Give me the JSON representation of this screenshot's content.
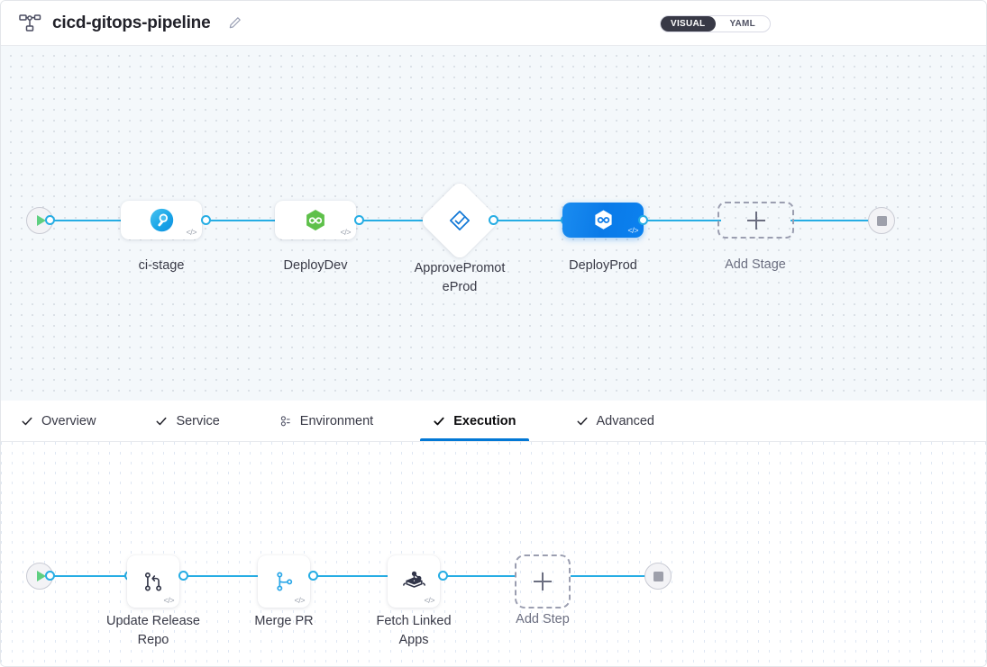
{
  "header": {
    "icon": "pipeline-hierarchy-icon",
    "title": "cicd-gitops-pipeline",
    "edit_icon": "pencil-icon",
    "view_toggle": {
      "options": [
        "VISUAL",
        "YAML"
      ],
      "selected": "VISUAL"
    }
  },
  "stage_graph": {
    "start_node": {
      "name": "start",
      "icon": "play-icon"
    },
    "end_node": {
      "name": "end",
      "icon": "stop-icon"
    },
    "stages": [
      {
        "id": "ci-stage",
        "label": "ci-stage",
        "icon": "harness-ci-icon",
        "type": "card",
        "selected": false,
        "code_mark": "</>"
      },
      {
        "id": "DeployDev",
        "label": "DeployDev",
        "icon": "gitops-hexagon-green-icon",
        "type": "card",
        "selected": false,
        "code_mark": "</>"
      },
      {
        "id": "ApprovePromoteProd",
        "label": "ApprovePromot\neProd",
        "icon": "approval-diamond-check-icon",
        "type": "diamond",
        "selected": false,
        "code_mark": ""
      },
      {
        "id": "DeployProd",
        "label": "DeployProd",
        "icon": "gitops-hexagon-white-icon",
        "type": "card",
        "selected": true,
        "code_mark": "</>"
      },
      {
        "id": "AddStage",
        "label": "Add Stage",
        "icon": "plus-icon",
        "type": "add",
        "selected": false,
        "code_mark": ""
      }
    ]
  },
  "tabs": [
    {
      "id": "overview",
      "label": "Overview",
      "icon": "check-icon",
      "active": false
    },
    {
      "id": "service",
      "label": "Service",
      "icon": "check-icon",
      "active": false
    },
    {
      "id": "environment",
      "label": "Environment",
      "icon": "cluster-icon",
      "active": false
    },
    {
      "id": "execution",
      "label": "Execution",
      "icon": "check-icon",
      "active": true
    },
    {
      "id": "advanced",
      "label": "Advanced",
      "icon": "check-icon",
      "active": false
    }
  ],
  "step_graph": {
    "start_node": {
      "name": "start",
      "icon": "play-icon"
    },
    "end_node": {
      "name": "end",
      "icon": "stop-icon"
    },
    "steps": [
      {
        "id": "UpdateReleaseRepo",
        "label": "Update Release\nRepo",
        "icon": "git-merge-icon",
        "type": "card",
        "code_mark": "</>"
      },
      {
        "id": "MergePR",
        "label": "Merge PR",
        "icon": "git-branch-blue-icon",
        "type": "card",
        "code_mark": "</>"
      },
      {
        "id": "FetchLinkedApps",
        "label": "Fetch Linked\nApps",
        "icon": "argocd-icon",
        "type": "card",
        "code_mark": "</>"
      },
      {
        "id": "AddStep",
        "label": "Add Step",
        "icon": "plus-icon",
        "type": "add",
        "code_mark": ""
      }
    ]
  },
  "colors": {
    "accent_blue": "#0278d5",
    "edge_blue": "#26ade4",
    "selected_node": "#0a7ae8",
    "toggle_active_bg": "#383946",
    "start_green": "#5fcf81",
    "stage_canvas_bg": "#f4f8fb",
    "gitops_green": "#5ec04a",
    "argocd_navy": "#32364a"
  }
}
